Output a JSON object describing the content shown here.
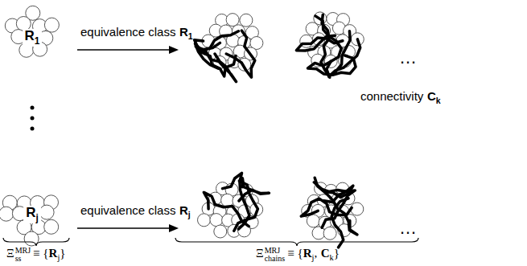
{
  "diagram": {
    "nodes": [
      {
        "text": [
          "R",
          "1"
        ]
      },
      {
        "text": [
          "R",
          "j"
        ]
      }
    ],
    "labels": [
      "equivalence class",
      "R",
      "1",
      "equivalence class",
      "R",
      "j",
      "connectivity",
      "C",
      "k",
      "…",
      "…",
      "Ξ",
      "MRJ",
      "ss",
      "≡ {",
      "R",
      "j",
      "}",
      "Ξ",
      "MRJ",
      "chains",
      "≡ {",
      "R",
      "j",
      ",",
      "C",
      "k",
      "}"
    ]
  }
}
